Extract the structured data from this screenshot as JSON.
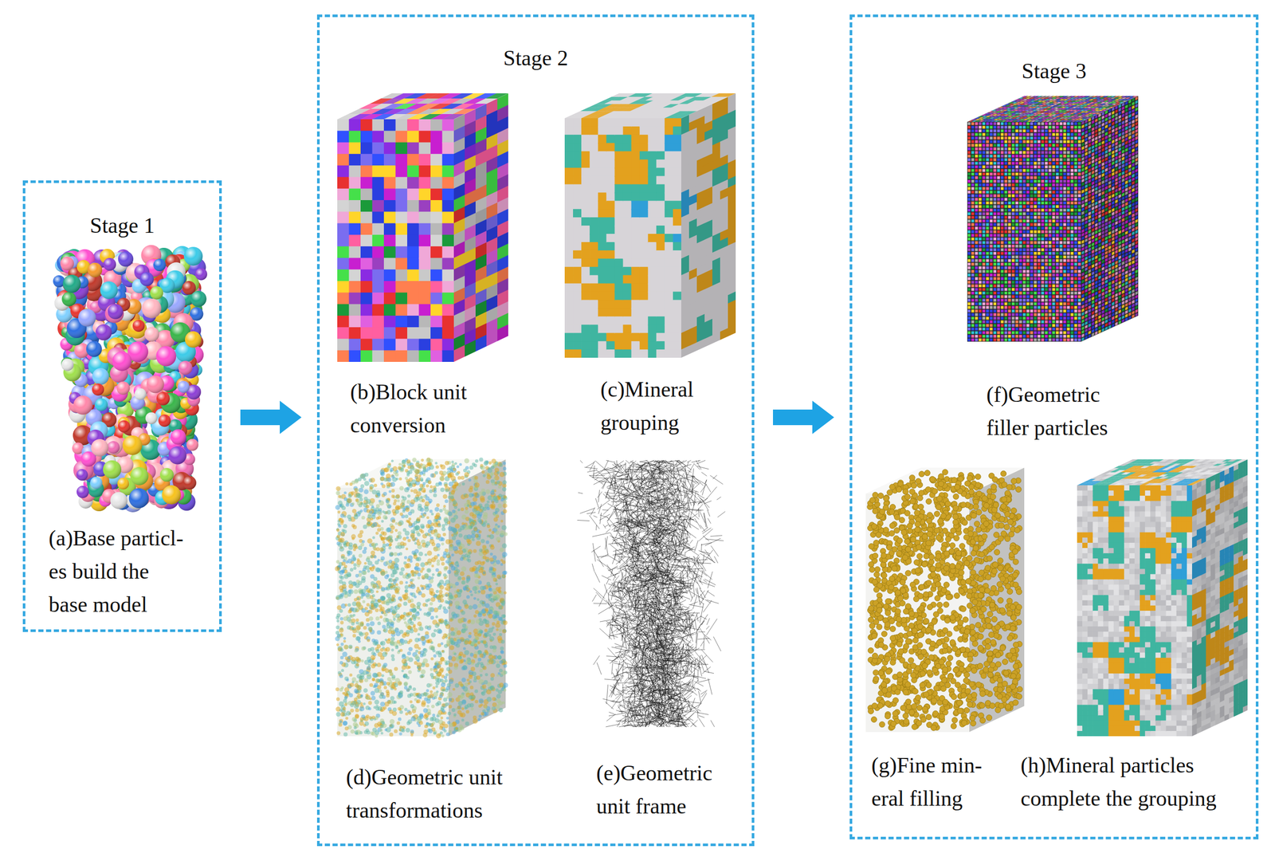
{
  "diagram": {
    "nodes": [
      {
        "text": [
          "Stage 1"
        ]
      },
      {
        "text": [
          "(a)Base particl-es build the base model"
        ],
        "in": 0
      },
      {
        "text": [
          "Stage 2"
        ]
      },
      {
        "text": [
          "(b)Block unit conversion"
        ],
        "in": 2
      },
      {
        "text": [
          "(c)Mineral grouping"
        ],
        "in": 2
      },
      {
        "text": [
          "(d)Geometric unit transformations"
        ],
        "in": 2
      },
      {
        "text": [
          "(e)Geometric unit frame"
        ],
        "in": 2
      },
      {
        "text": [
          "Stage 3"
        ]
      },
      {
        "text": [
          "(f)Geometric filler particles"
        ],
        "in": 7
      },
      {
        "text": [
          "(g)Fine min-eral filling"
        ],
        "in": 7
      },
      {
        "text": [
          "(h)Mineral particles complete the grouping"
        ],
        "in": 7
      }
    ],
    "edges": [
      {
        "from": 0,
        "to": 2,
        "arrow": "to"
      },
      {
        "from": 2,
        "to": 7,
        "arrow": "to"
      }
    ]
  }
}
